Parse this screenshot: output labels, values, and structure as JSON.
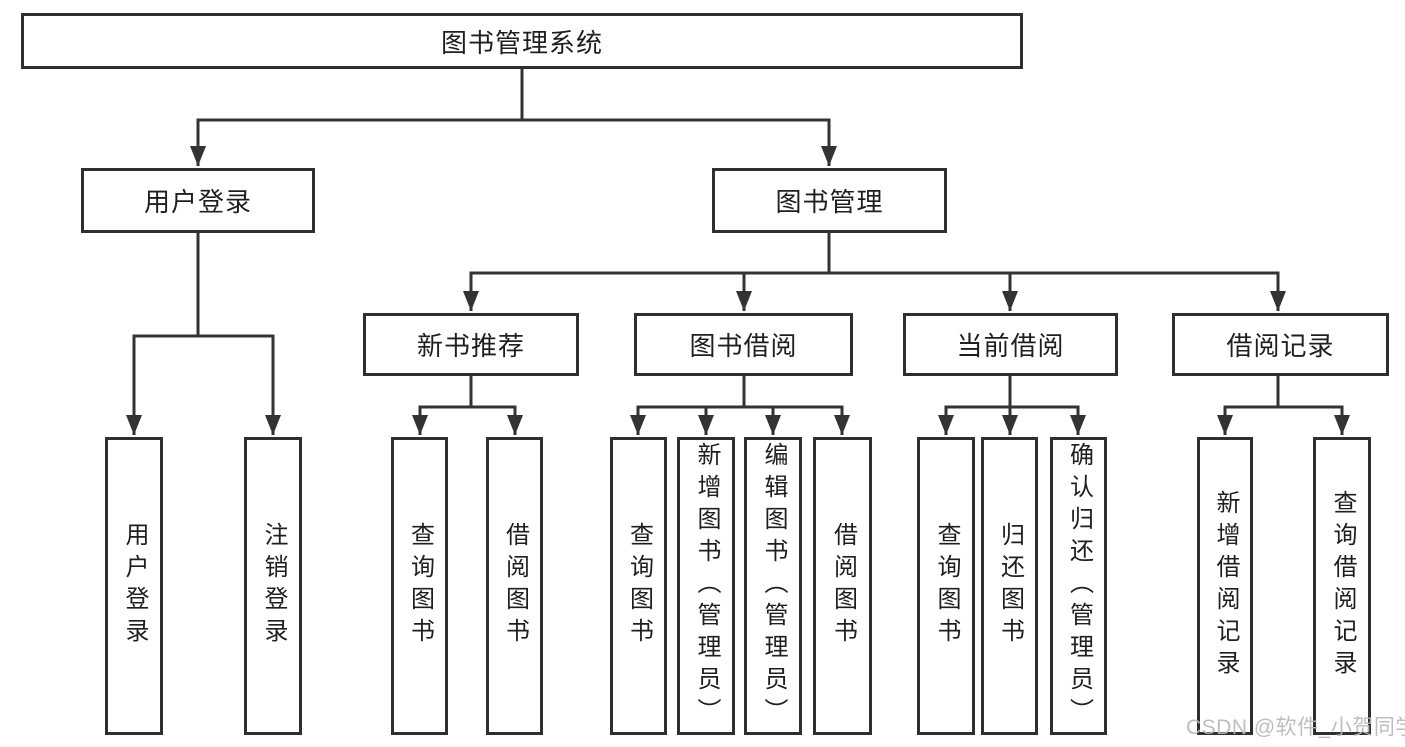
{
  "tree": {
    "root": {
      "label": "图书管理系统",
      "children": [
        {
          "label": "用户登录",
          "children": [
            {
              "label": "用户登录"
            },
            {
              "label": "注销登录"
            }
          ]
        },
        {
          "label": "图书管理",
          "children": [
            {
              "label": "新书推荐",
              "children": [
                {
                  "label": "查询图书"
                },
                {
                  "label": "借阅图书"
                }
              ]
            },
            {
              "label": "图书借阅",
              "children": [
                {
                  "label": "查询图书"
                },
                {
                  "label": "新增图书（管理员）"
                },
                {
                  "label": "编辑图书（管理员）"
                },
                {
                  "label": "借阅图书"
                }
              ]
            },
            {
              "label": "当前借阅",
              "children": [
                {
                  "label": "查询图书"
                },
                {
                  "label": "归还图书"
                },
                {
                  "label": "确认归还（管理员）"
                }
              ]
            },
            {
              "label": "借阅记录",
              "children": [
                {
                  "label": "新增借阅记录"
                },
                {
                  "label": "查询借阅记录"
                }
              ]
            }
          ]
        }
      ]
    }
  },
  "watermark": {
    "text": "CSDN @软件_小贺同学"
  },
  "colors": {
    "line": "#333333",
    "border": "#2f2f2f",
    "text": "#1f1f1f",
    "background": "#ffffff",
    "watermark": "#b9b9b9"
  }
}
